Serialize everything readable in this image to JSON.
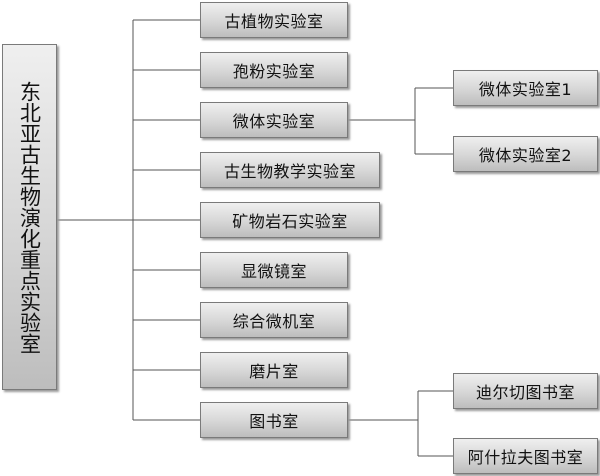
{
  "diagram": {
    "root": "东北亚古生物演化重点实验室",
    "branches": [
      "古植物实验室",
      "孢粉实验室",
      "微体实验室",
      "古生物教学实验室",
      "矿物岩石实验室",
      "显微镜室",
      "综合微机室",
      "磨片室",
      "图书室"
    ],
    "micro_children": [
      "微体实验室1",
      "微体实验室2"
    ],
    "library_children": [
      "迪尔切图书室",
      "阿什拉夫图书室"
    ]
  }
}
